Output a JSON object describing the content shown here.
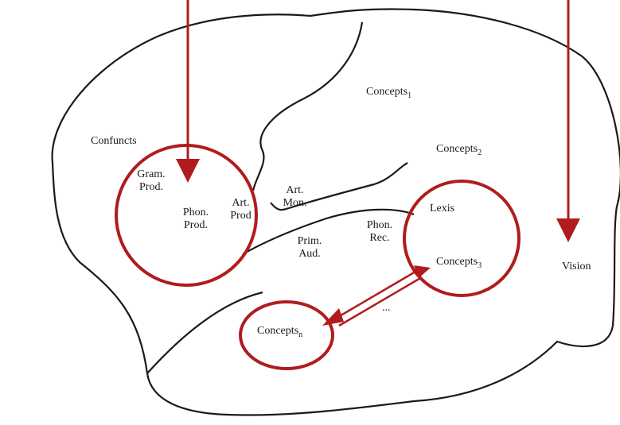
{
  "diagram": {
    "labels": {
      "concepts1": {
        "text": "Concepts",
        "sub": "1"
      },
      "concepts2": {
        "text": "Concepts",
        "sub": "2"
      },
      "concepts3": {
        "text": "Concepts",
        "sub": "3"
      },
      "conceptsn": {
        "text": "Concepts",
        "sub": "n"
      },
      "confuncts": "Confuncts",
      "gram_prod": [
        "Gram.",
        "Prod."
      ],
      "phon_prod": [
        "Phon.",
        "Prod."
      ],
      "art_prod": [
        "Art.",
        "Prod"
      ],
      "art_mon": [
        "Art.",
        "Mon."
      ],
      "prim_aud": [
        "Prim.",
        "Aud."
      ],
      "phon_rec": [
        "Phon.",
        "Rec."
      ],
      "lexis": "Lexis",
      "vision": "Vision",
      "ellipsis": "..."
    },
    "colors": {
      "outline": "#1a1a1a",
      "annotation": "#b01c1c"
    }
  }
}
